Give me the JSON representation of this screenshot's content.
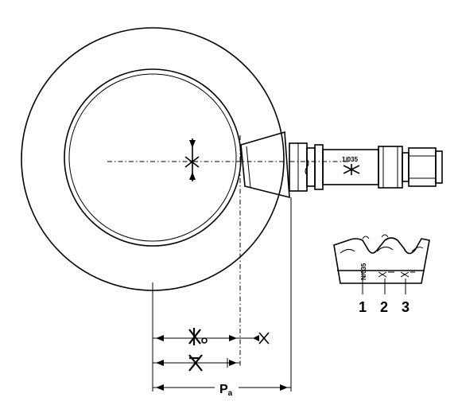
{
  "pinion": {
    "marking": "1/035"
  },
  "tooth_detail": {
    "marking": "N/035",
    "callouts": [
      "1",
      "2",
      "3"
    ]
  },
  "dimensions": {
    "pa_label": "P",
    "pa_sub": "a"
  }
}
